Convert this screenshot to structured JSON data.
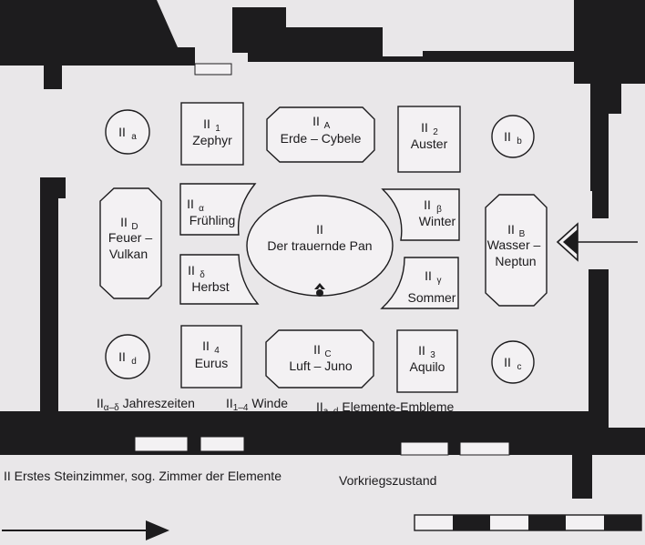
{
  "colors": {
    "ink": "#1d1c1e",
    "paper": "#e9e7e9",
    "fill": "#f3f1f3"
  },
  "labels": {
    "center": {
      "line1": "II",
      "line2": "Der trauernde Pan"
    },
    "IIa": {
      "base": "II",
      "sub": "a"
    },
    "IIb": {
      "base": "II",
      "sub": "b"
    },
    "IIc": {
      "base": "II",
      "sub": "c"
    },
    "IId": {
      "base": "II",
      "sub": "d"
    },
    "II1": {
      "base": "II",
      "sub": "1",
      "name": "Zephyr"
    },
    "II2": {
      "base": "II",
      "sub": "2",
      "name": "Auster"
    },
    "II3": {
      "base": "II",
      "sub": "3",
      "name": "Aquilo"
    },
    "II4": {
      "base": "II",
      "sub": "4",
      "name": "Eurus"
    },
    "IIA": {
      "base": "II",
      "sub": "A",
      "name": "Erde – Cybele"
    },
    "IIC": {
      "base": "II",
      "sub": "C",
      "name": "Luft – Juno"
    },
    "IID": {
      "base": "II",
      "sub": "D",
      "line2": "Feuer –",
      "line3": "Vulkan"
    },
    "IIB": {
      "base": "II",
      "sub": "B",
      "line2": "Wasser –",
      "line3": "Neptun"
    },
    "IIalpha": {
      "base": "II",
      "sub": "α",
      "name": "Frühling"
    },
    "IIbeta": {
      "base": "II",
      "sub": "β",
      "name": "Winter"
    },
    "IIgamma": {
      "base": "II",
      "sub": "γ",
      "name": "Sommer"
    },
    "IIdelta": {
      "base": "II",
      "sub": "δ",
      "name": "Herbst"
    }
  },
  "legend": {
    "seasons": {
      "base": "II",
      "sub": "α–δ",
      "text": " Jahreszeiten"
    },
    "winds": {
      "base": "II",
      "sub": "1–4",
      "text": " Winde"
    },
    "elements": {
      "base": "II",
      "sub": "a–d",
      "text": " Elemente-Embleme"
    }
  },
  "caption": "II Erstes Steinzimmer, sog. Zimmer der Elemente",
  "caption_state": "Vorkriegszustand"
}
